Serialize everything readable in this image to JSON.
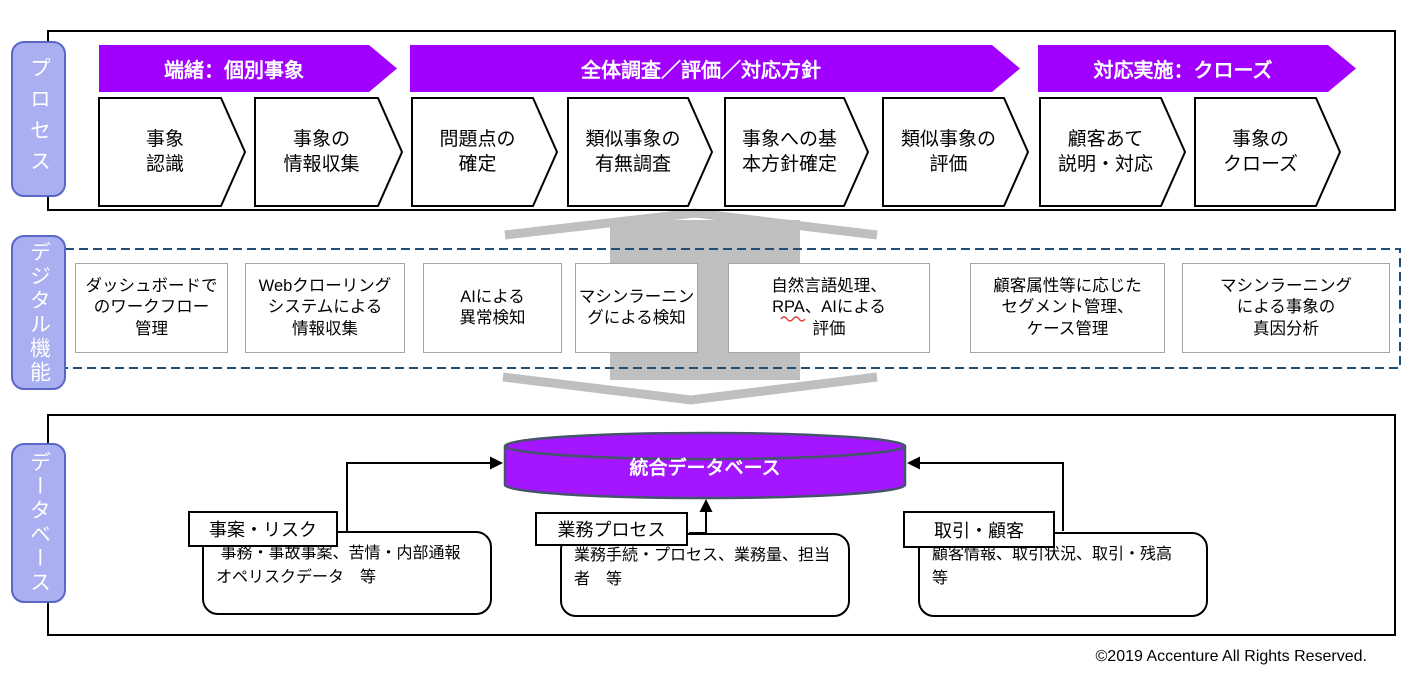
{
  "process_band": {
    "label": "プロセス",
    "banners": [
      {
        "label": "端緒：個別事象"
      },
      {
        "label": "全体調査／評価／対応方針"
      },
      {
        "label": "対応実施：クローズ"
      }
    ],
    "steps": [
      {
        "label": "事象\n認識"
      },
      {
        "label": "事象の\n情報収集"
      },
      {
        "label": "問題点の\n確定"
      },
      {
        "label": "類似事象の\n有無調査"
      },
      {
        "label": "事象への基\n本方針確定"
      },
      {
        "label": "類似事象の\n評価"
      },
      {
        "label": "顧客あて\n説明・対応"
      },
      {
        "label": "事象の\nクローズ"
      }
    ]
  },
  "digital_band": {
    "label": "デジタル機能",
    "functions": [
      {
        "label": "ダッシュボードで\nのワークフロー\n管理"
      },
      {
        "label": "Webクローリング\nシステムによる\n情報収集"
      },
      {
        "label": "AIによる\n異常検知"
      },
      {
        "label": "マシンラーニン\nグによる検知"
      },
      {
        "label": "自然言語処理、\nRPA、AIによる\n評価"
      },
      {
        "label": "顧客属性等に応じた\nセグメント管理、\nケース管理"
      },
      {
        "label": "マシンラーニング\nによる事象の\n真因分析"
      }
    ]
  },
  "database_band": {
    "label": "データベース",
    "database_label": "統合データベース",
    "sources": [
      {
        "title": "事案・リスク",
        "detail": " 事務・事故事案、苦情・内部通報\nオペリスクデータ　等"
      },
      {
        "title": "業務プロセス",
        "detail": "業務手続・プロセス、業務量、担当\n者　等"
      },
      {
        "title": "取引・顧客",
        "detail": "顧客情報、取引状況、取引・残高\n等"
      }
    ]
  },
  "footer": {
    "copyright": "©2019 Accenture All Rights Reserved."
  },
  "colors": {
    "accent_purple": "#A100FF",
    "cylinder_purple": "#A316FF",
    "cylinder_stroke": "#44546A",
    "flow_arrow_gray": "#BFBFBF",
    "band_label_fill": "#A9AFF0",
    "band_label_border": "#5B66C9",
    "dashed_border_navy": "#1F4E79",
    "function_box_border": "#A6A6A6",
    "spellcheck_red": "#E03C31"
  }
}
